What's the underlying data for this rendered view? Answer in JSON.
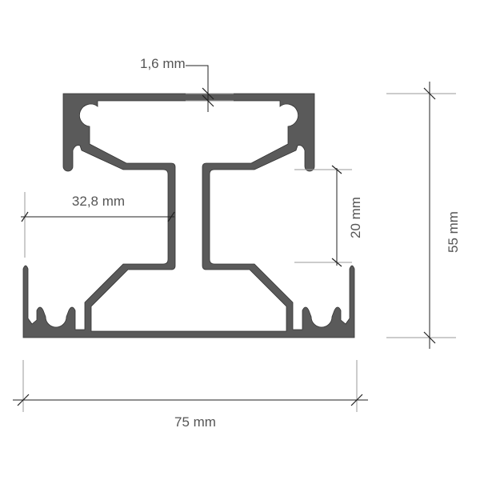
{
  "dimensions": {
    "wall_thickness": "1,6 mm",
    "height": "55 mm",
    "slot_height": "20 mm",
    "half_width": "32,8 mm",
    "width": "75 mm"
  },
  "colors": {
    "profile_fill": "#5a5a5a",
    "profile_outline": "#333333",
    "dimension_text": "#555555"
  }
}
